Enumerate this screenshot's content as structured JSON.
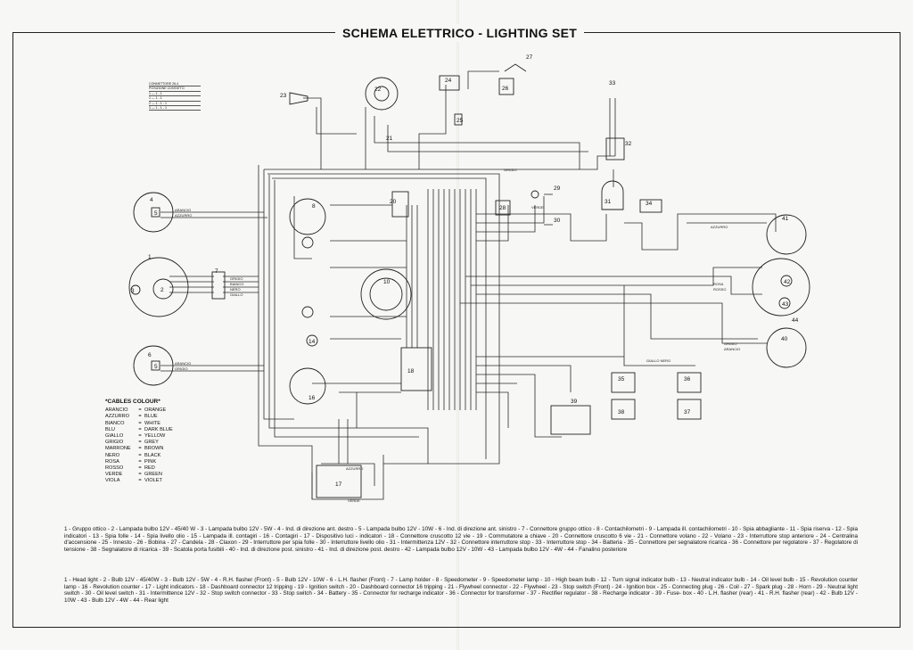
{
  "title": "SCHEMA ELETTRICO - LIGHTING SET",
  "note": [
    "CONNETTORE 26-4",
    "POSIZIONE CONTATTO",
    "1 — 1 - 1",
    "1 — 1 - 1",
    "2 — 1 - 1 - 1",
    "3 — 1 - 1 - 1"
  ],
  "labels": {
    "c1": "1",
    "c2": "2",
    "c3": "3",
    "c4": "4",
    "c5": "5",
    "c6": "6",
    "c7": "7",
    "c8": "8",
    "c10": "10",
    "c14": "14",
    "c16": "16",
    "c17": "17",
    "c18": "18",
    "c20": "20",
    "c21": "21",
    "c22": "22",
    "c23": "23",
    "c24": "24",
    "c25": "25",
    "c26": "26",
    "c27": "27",
    "c28": "28",
    "c29": "29",
    "c30": "30",
    "c31": "31",
    "c32": "32",
    "c33": "33",
    "c34": "34",
    "c35": "35",
    "c36": "36",
    "c37": "37",
    "c38": "38",
    "c39": "39",
    "c40": "40",
    "c41": "41",
    "c42": "42",
    "c43": "43",
    "c44": "44"
  },
  "wire_labels": {
    "arancio": "ARANCIO",
    "azzurro": "AZZURRO",
    "grigio": "GRIGIO",
    "bianco": "BIANCO",
    "nero": "NERO",
    "giallo": "GIALLO",
    "rosa": "ROSA",
    "rosso": "ROSSO",
    "verde": "VERDE",
    "giallo_nero": "GIALLO NERO"
  },
  "cables_colour": {
    "heading": "*CABLES COLOUR*",
    "rows": [
      {
        "it": "ARANCIO",
        "en": "ORANGE"
      },
      {
        "it": "AZZURRO",
        "en": "BLUE"
      },
      {
        "it": "BIANCO",
        "en": "WHITE"
      },
      {
        "it": "BLU",
        "en": "DARK BLUE"
      },
      {
        "it": "GIALLO",
        "en": "YELLOW"
      },
      {
        "it": "GRIGIO",
        "en": "GREY"
      },
      {
        "it": "MARRONE",
        "en": "BROWN"
      },
      {
        "it": "NERO",
        "en": "BLACK"
      },
      {
        "it": "ROSA",
        "en": "PINK"
      },
      {
        "it": "ROSSO",
        "en": "RED"
      },
      {
        "it": "VERDE",
        "en": "GREEN"
      },
      {
        "it": "VIOLA",
        "en": "VIOLET"
      }
    ]
  },
  "legend_it": "1 - Gruppo ottico - 2 - Lampada bulbo 12V - 45/40 W - 3 - Lampada bulbo 12V - 5W - 4 - Ind. di direzione ant. destro - 5 - Lampada bulbo 12V - 10W - 6 - Ind. di direzione ant. sinistro - 7 - Connettore gruppo ottico - 8 - Contachilometri - 9 - Lampada ill. contachilometri - 10 - Spia abbagliante - 11 - Spia riserva - 12 - Spia indicatori - 13 - Spia folle - 14 - Spia livello olio - 15 - Lampada ill. contagiri - 16 - Contagiri - 17 - Dispositivo luci - indicatori - 18 - Connettore cruscotto 12 vie - 19 - Commutatore a chiave - 20 - Connettore cruscotto 6 vie - 21 - Connettore volano - 22 - Volano - 23 - Interruttore stop anteriore - 24 - Centralina d'accensione - 25 - Innesto - 26 - Bobina - 27 - Candela - 28 - Claxon - 29 - Interruttore per spia folle - 30 - Interruttore livello olio - 31 - Intermittenza 12V - 32 - Connettore interruttore stop - 33 - Interruttore stop - 34 - Batteria - 35 - Connettore per segnalatore ricarica - 36 - Connettore per regolatore - 37 - Regolatore di tensione - 38 - Segnalatore di ricarica - 39 - Scatola porta fusibili - 40 - Ind. di direzione post. sinistro - 41 - Ind. di direzione post. destro - 42 - Lampada bulbo 12V - 10W - 43 - Lampada bulbo 12V - 4W - 44 - Fanalino posteriore",
  "legend_en": "1 - Head light - 2 - Bulb 12V - 45/40W - 3 - Bulb 12V - 5W - 4 - R.H. flasher (Front) - 5 - Bulb 12V - 10W - 6 - L.H. flasher (Front) - 7 - Lamp holder - 8 - Speedometer - 9 - Speedometer lamp - 10 - High beam bulb - 12 - Turn signal indicator bulb - 13 - Neutral indicator bulb - 14 - Oil level bulb - 15 - Revolution counter lamp - 16 - Revolution counter - 17 - Light indicators - 18 - Dashboard connector 12 tripping - 19 - Ignition switch - 20 - Dashboard connector 16 tripping - 21 - Flywheel connector - 22 - Flywheel - 23 - Stop switch (Front) - 24 - Ignition box - 25 - Connecting plug - 26 - Coil - 27 - Spark plug - 28 - Horn - 29 - Neutral light switch - 30 - Oil level switch - 31 - Intermittence 12V - 32 - Stop switch connector - 33 - Stop switch - 34 - Battery - 35 - Connector for recharge indicator - 36 - Connector for transformer - 37 - Rectifier regulator - 38 - Recharge indicator - 39 - Fuse- box - 40 - L.H. flasher (rear) - 41 - R.H. flasher (rear) - 42 - Bulb 12V - 10W - 43 - Bulb 12V - 4W - 44 - Rear light"
}
